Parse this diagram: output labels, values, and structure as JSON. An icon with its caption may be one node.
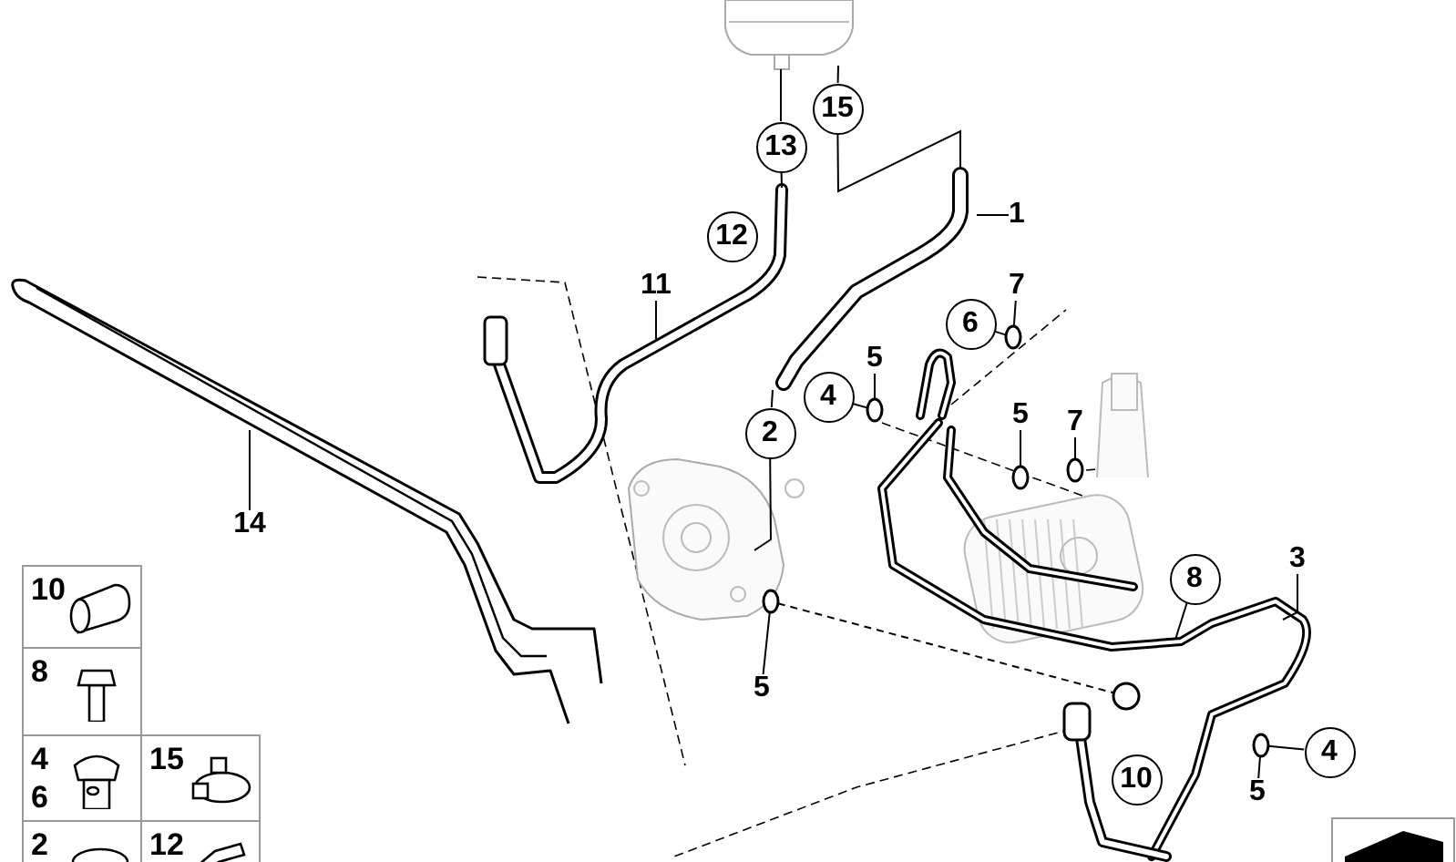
{
  "diagram": {
    "nodes": [
      {
        "text": [
          "15"
        ]
      },
      {
        "text": [
          "13"
        ]
      },
      {
        "text": [
          "1"
        ]
      },
      {
        "text": [
          "12"
        ]
      },
      {
        "text": [
          "11"
        ]
      },
      {
        "text": [
          "7"
        ]
      },
      {
        "text": [
          "6"
        ]
      },
      {
        "text": [
          "5"
        ]
      },
      {
        "text": [
          "4"
        ]
      },
      {
        "text": [
          "5"
        ]
      },
      {
        "text": [
          "7"
        ]
      },
      {
        "text": [
          "2"
        ]
      },
      {
        "text": [
          "14"
        ]
      },
      {
        "text": [
          "3"
        ]
      },
      {
        "text": [
          "8"
        ]
      },
      {
        "text": [
          "10"
        ]
      },
      {
        "text": [
          "5"
        ]
      },
      {
        "text": [
          "8"
        ]
      },
      {
        "text": [
          "4"
        ]
      },
      {
        "text": [
          "10"
        ]
      },
      {
        "text": [
          "5"
        ]
      },
      {
        "text": [
          "4",
          "6"
        ]
      },
      {
        "text": [
          "15"
        ]
      },
      {
        "text": [
          "2"
        ]
      },
      {
        "text": [
          "12"
        ]
      },
      {
        "text": [],
        "shape": "circle"
      },
      {
        "text": [],
        "shape": "circle"
      },
      {
        "text": [],
        "shape": "circle"
      },
      {
        "text": [],
        "shape": "circle"
      },
      {
        "text": [],
        "shape": "circle"
      },
      {
        "text": [],
        "shape": "circle"
      },
      {
        "text": [],
        "shape": "picture"
      },
      {
        "text": [],
        "shape": "circle"
      }
    ],
    "edges": [
      {
        "from": 0,
        "to": 31,
        "arrow": "none"
      },
      {
        "from": 0,
        "to": null,
        "arrow": "none"
      },
      {
        "from": 1,
        "to": 31,
        "arrow": "none"
      },
      {
        "from": 1,
        "to": null,
        "arrow": "none"
      },
      {
        "from": 2,
        "to": null,
        "arrow": "none"
      },
      {
        "from": 4,
        "to": null,
        "arrow": "none"
      },
      {
        "from": 5,
        "to": 25,
        "arrow": "none"
      },
      {
        "from": 6,
        "to": 25,
        "arrow": "none"
      },
      {
        "from": 7,
        "to": 26,
        "arrow": "none"
      },
      {
        "from": 8,
        "to": 26,
        "arrow": "none"
      },
      {
        "from": 9,
        "to": 28,
        "arrow": "none"
      },
      {
        "from": 10,
        "to": 27,
        "arrow": "none"
      },
      {
        "from": 11,
        "to": null,
        "arrow": "none"
      },
      {
        "from": 11,
        "to": null,
        "arrow": "none"
      },
      {
        "from": 12,
        "to": null,
        "arrow": "none"
      },
      {
        "from": 13,
        "to": null,
        "arrow": "none"
      },
      {
        "from": 14,
        "to": null,
        "arrow": "none"
      },
      {
        "from": 16,
        "to": 29,
        "arrow": "none"
      },
      {
        "from": 18,
        "to": 30,
        "arrow": "none"
      },
      {
        "from": 20,
        "to": 30,
        "arrow": "none"
      },
      {
        "from": 29,
        "to": 32,
        "arrow": "none",
        "style": "dashed"
      }
    ]
  }
}
